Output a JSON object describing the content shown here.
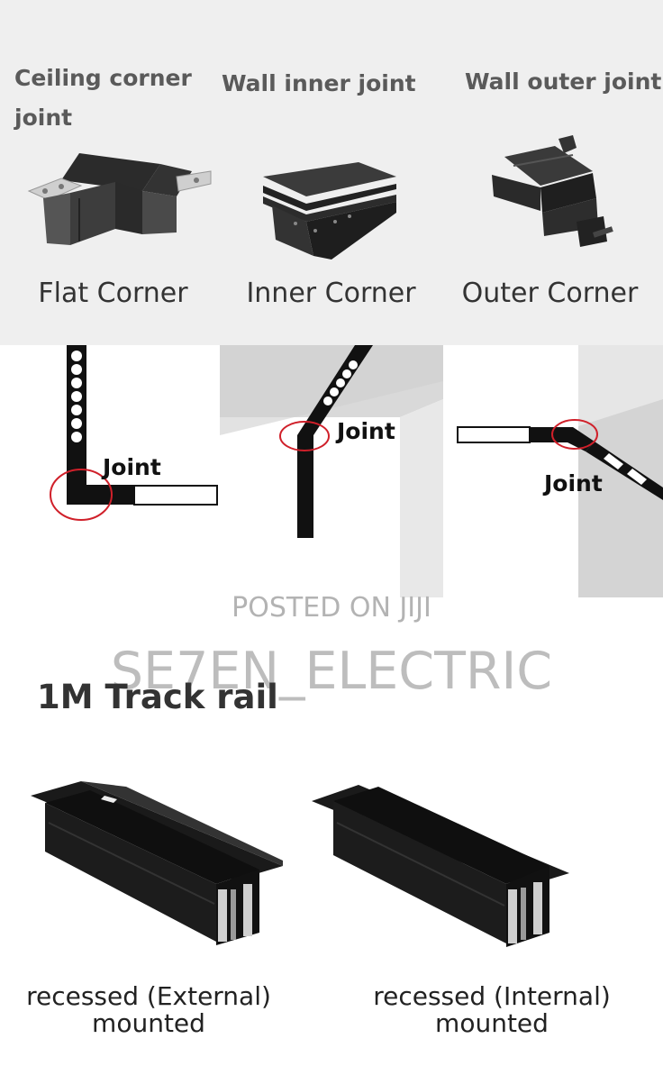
{
  "joint_types": [
    {
      "title": "Ceiling corner joint",
      "corner_label": "Flat Corner"
    },
    {
      "title": "Wall inner joint",
      "corner_label": "Inner Corner"
    },
    {
      "title": "Wall outer joint",
      "corner_label": "Outer Corner"
    }
  ],
  "diagrams": {
    "joint_label": "Joint"
  },
  "watermark": {
    "posted": "POSTED ON JIJI",
    "seller": "SE7EN_ELECTRIC"
  },
  "track_rail": {
    "title": "1M Track rail",
    "products": [
      {
        "caption_line1": "recessed (External)",
        "caption_line2": "mounted"
      },
      {
        "caption_line1": "recessed (Internal)",
        "caption_line2": "mounted"
      }
    ]
  },
  "colors": {
    "top_background": "#efefef",
    "rail_black": "#111111",
    "joint_circle": "#d0202a"
  }
}
